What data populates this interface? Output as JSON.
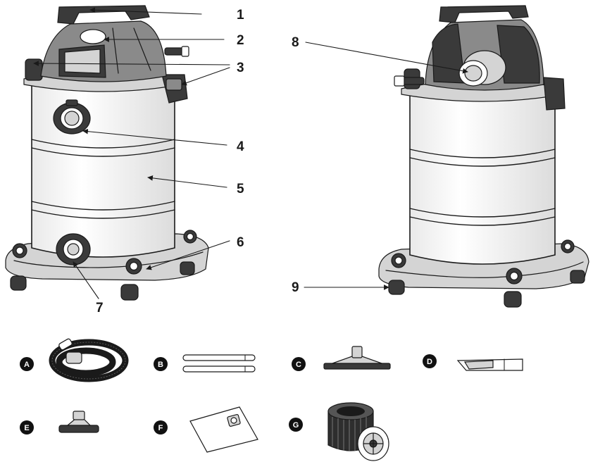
{
  "callouts": [
    {
      "id": "1",
      "label": "1"
    },
    {
      "id": "2",
      "label": "2"
    },
    {
      "id": "3",
      "label": "3"
    },
    {
      "id": "4",
      "label": "4"
    },
    {
      "id": "5",
      "label": "5"
    },
    {
      "id": "6",
      "label": "6"
    },
    {
      "id": "7",
      "label": "7"
    },
    {
      "id": "8",
      "label": "8"
    },
    {
      "id": "9",
      "label": "9"
    }
  ],
  "accessories": [
    {
      "id": "A",
      "label": "A"
    },
    {
      "id": "B",
      "label": "B"
    },
    {
      "id": "C",
      "label": "C"
    },
    {
      "id": "D",
      "label": "D"
    },
    {
      "id": "E",
      "label": "E"
    },
    {
      "id": "F",
      "label": "F"
    },
    {
      "id": "G",
      "label": "G"
    }
  ]
}
